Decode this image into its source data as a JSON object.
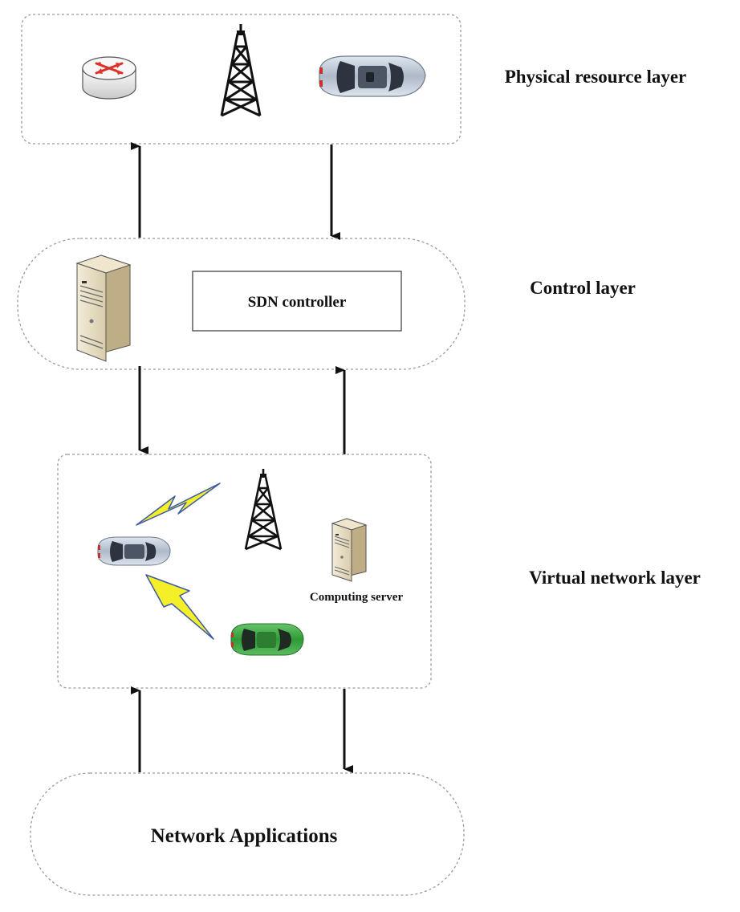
{
  "layers": {
    "physical": {
      "label": "Physical resource layer"
    },
    "control": {
      "label": "Control layer",
      "controller_label": "SDN controller"
    },
    "virtual": {
      "label": "Virtual network layer",
      "server_caption": "Computing server"
    },
    "applications": {
      "label": "Network Applications"
    }
  },
  "icons": {
    "physical": [
      "router-icon",
      "cell-tower-icon",
      "car-icon"
    ],
    "control": [
      "server-icon"
    ],
    "virtual": [
      "wireless-link-icon",
      "wireless-link-icon",
      "cell-tower-icon",
      "car-icon",
      "server-icon",
      "car-icon"
    ]
  },
  "colors": {
    "border": "#9a9a9a",
    "arrow": "#111111",
    "lightning": "#f5ef2a",
    "lightning_outline": "#3b5aa8",
    "car_silver": "#b9c4d4",
    "car_green": "#3aa540",
    "server_beige": "#e6dcc4",
    "router_red": "#d9352b"
  }
}
